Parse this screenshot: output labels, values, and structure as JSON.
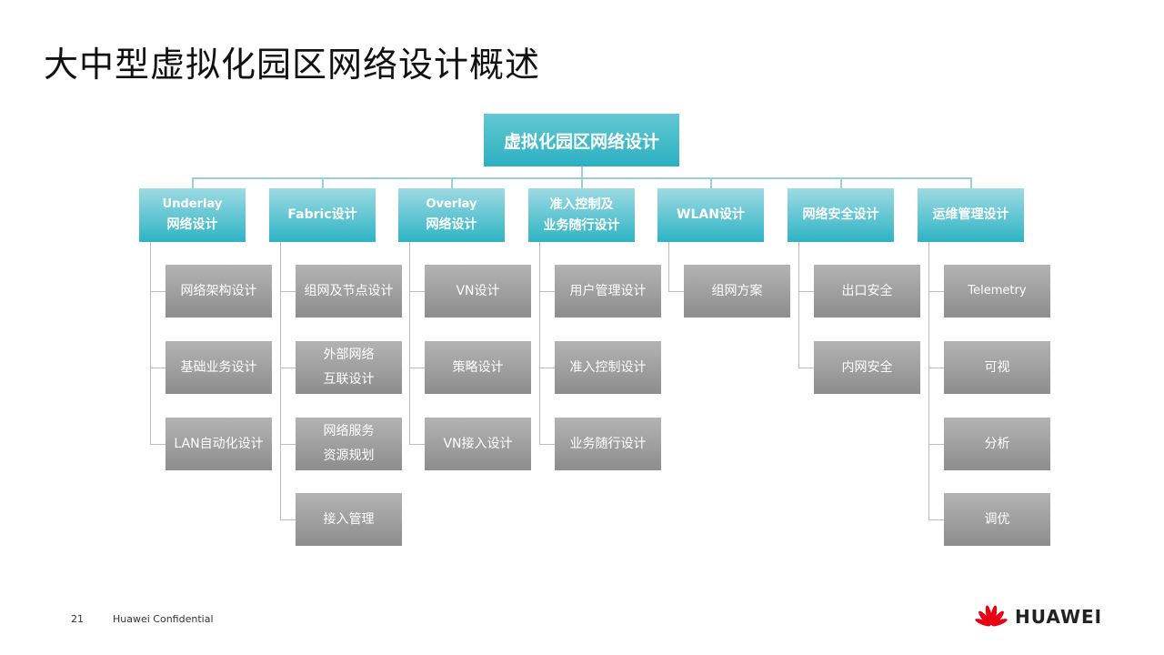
{
  "title": "大中型虚拟化园区网络设计概述",
  "root": "虚拟化园区网络设计",
  "categories": [
    {
      "lines": [
        "Underlay",
        "网络设计"
      ],
      "children": [
        [
          "网络架构设计"
        ],
        [
          "基础业务设计"
        ],
        [
          "LAN自动化设计"
        ]
      ]
    },
    {
      "lines": [
        "Fabric设计"
      ],
      "children": [
        [
          "组网及节点设计"
        ],
        [
          "外部网络",
          "互联设计"
        ],
        [
          "网络服务",
          "资源规划"
        ],
        [
          "接入管理"
        ]
      ]
    },
    {
      "lines": [
        "Overlay",
        "网络设计"
      ],
      "children": [
        [
          "VN设计"
        ],
        [
          "策略设计"
        ],
        [
          "VN接入设计"
        ]
      ]
    },
    {
      "lines": [
        "准入控制及",
        "业务随行设计"
      ],
      "children": [
        [
          "用户管理设计"
        ],
        [
          "准入控制设计"
        ],
        [
          "业务随行设计"
        ]
      ]
    },
    {
      "lines": [
        "WLAN设计"
      ],
      "children": [
        [
          "组网方案"
        ]
      ]
    },
    {
      "lines": [
        "网络安全设计"
      ],
      "children": [
        [
          "出口安全"
        ],
        [
          "内网安全"
        ]
      ]
    },
    {
      "lines": [
        "运维管理设计"
      ],
      "children": [
        [
          "Telemetry"
        ],
        [
          "可视"
        ],
        [
          "分析"
        ],
        [
          "调优"
        ]
      ]
    }
  ],
  "footer": {
    "page": "21",
    "confidential": "Huawei Confidential",
    "logo": "HUAWEI"
  },
  "colors": {
    "accent": "#2bb0c1",
    "child": "#a0a0a0",
    "logo_red": "#e60012"
  }
}
